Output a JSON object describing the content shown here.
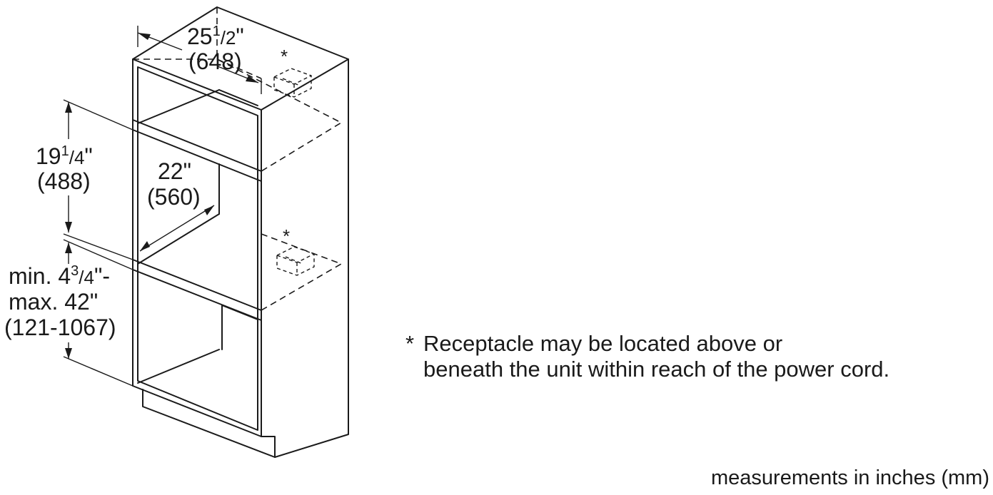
{
  "dimensions": {
    "width": {
      "whole": "25",
      "num": "1",
      "den": "2",
      "mark": "\"",
      "metric": "(648)"
    },
    "depth": {
      "imperial": "22\"",
      "metric": "(560)"
    },
    "cutout_height": {
      "whole": "19",
      "num": "1",
      "den": "4",
      "mark": "\"",
      "metric": "(488)"
    },
    "floor_height": {
      "prefix": "min. 4",
      "num": "3",
      "den": "4",
      "suffix": "\"-",
      "line2": "max. 42\"",
      "metric": "(121-1067)"
    }
  },
  "receptacle_marker": "*",
  "note": {
    "star": "*",
    "line1": "Receptacle may be located above or",
    "line2": "beneath the unit within reach of the power cord."
  },
  "footer": "measurements in inches (mm)"
}
